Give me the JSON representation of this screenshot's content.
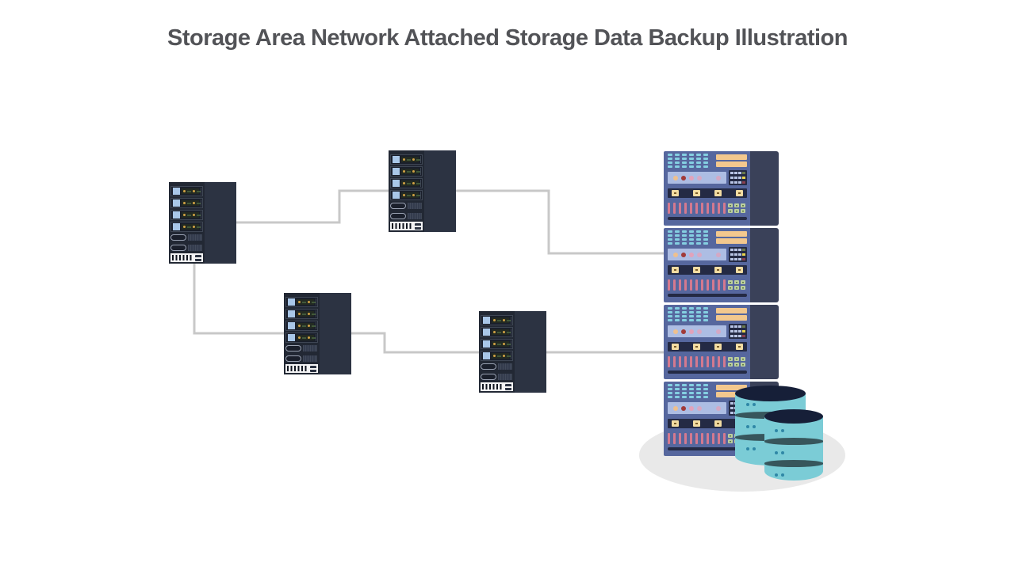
{
  "title": "Storage Area Network Attached Storage Data Backup Illustration",
  "illustration": {
    "server_towers": 4,
    "rack_units": 4,
    "database_stacks": 2,
    "discs_per_stack": 3,
    "connector_lines": 4
  },
  "colors": {
    "background": "#ffffff",
    "title_text": "#525357",
    "connector_line": "#c8c8c8",
    "shadow": "#e9e9e9",
    "server_front": "#222834",
    "server_side": "#2c3342",
    "server_slot_bg": "#1a1f2b",
    "server_slot_border": "#3e4654",
    "server_drive_square": "#a9c7e8",
    "server_led_orange": "#d2a244",
    "server_led_green": "#41593a",
    "server_pill_border": "#99a1b2",
    "server_tray_bg": "#343c4e",
    "barcode_bg": "#f3f3f4",
    "barcode_stripe": "#10151f",
    "rack_front": "#56679e",
    "rack_side": "#3a4159",
    "rack_vent_teal": "#84cfe1",
    "rack_bar_tan": "#f3c88e",
    "rack_status_bar": "#adbde3",
    "rack_dot_tan": "#eec08e",
    "rack_dot_red": "#a13a38",
    "rack_dot_pink": "#e2a2ba",
    "rack_panel_dark": "#242a44",
    "rack_chip_light": "#b8c4e4",
    "rack_chip_olive": "#6a7a4e",
    "rack_chip_yellow": "#e8d44e",
    "rack_chip_red": "#8a4050",
    "rack_key_tan": "#f2dca2",
    "rack_key_dot": "#7a5c28",
    "rack_eq_pink": "#d4798f",
    "rack_grid_green": "#bccf9e",
    "db_body": "#7bccd6",
    "db_top": "#161f38",
    "db_band": "#37565c",
    "db_dot": "#2f87a6"
  }
}
